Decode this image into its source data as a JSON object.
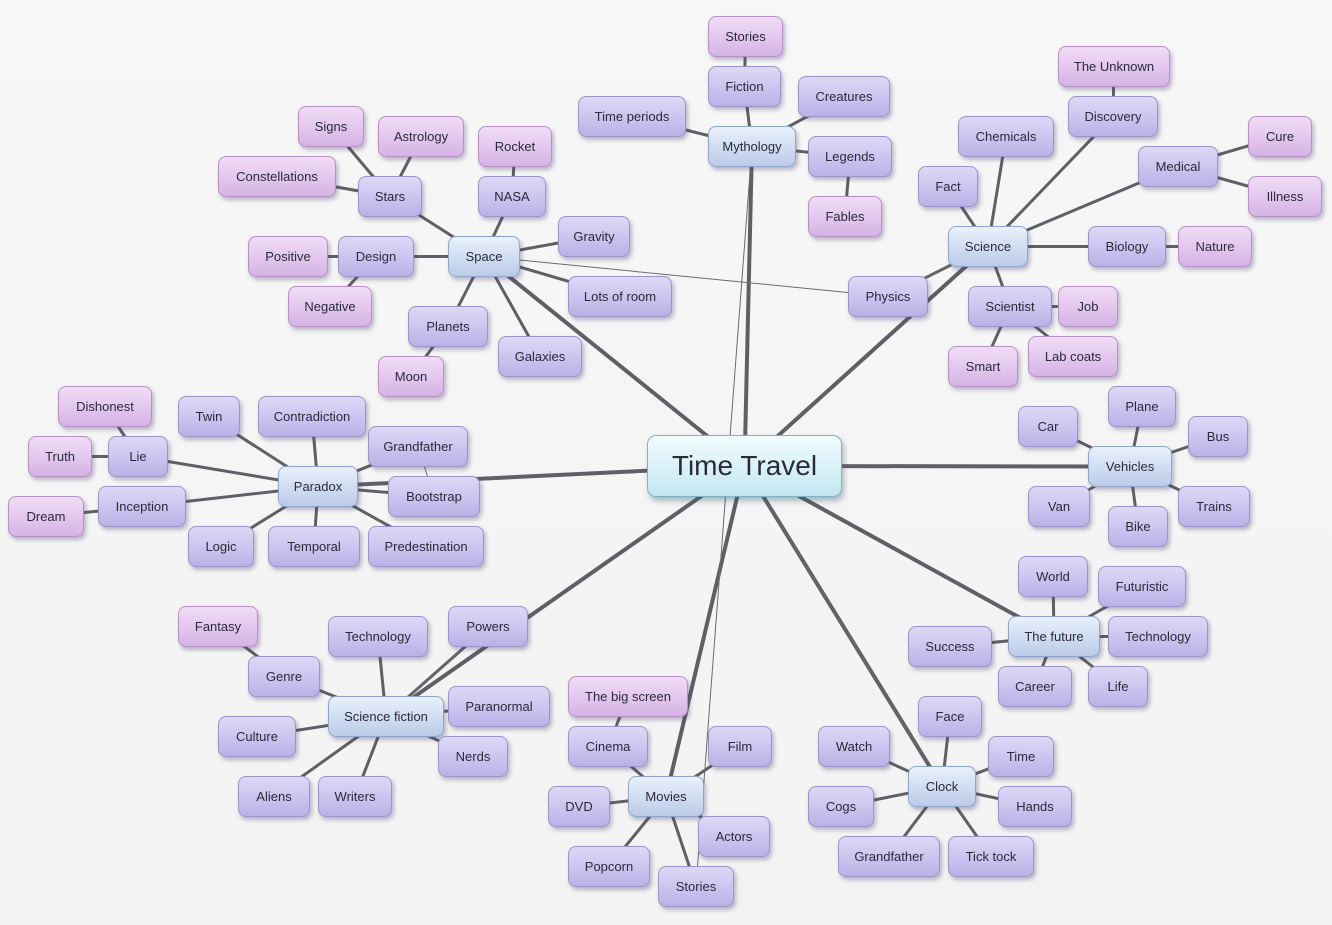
{
  "root": "Time Travel",
  "nodes": [
    {
      "id": "root",
      "label": "Time Travel",
      "kind": "root"
    },
    {
      "id": "mythology",
      "label": "Mythology",
      "kind": "hub"
    },
    {
      "id": "myth_fiction",
      "label": "Fiction",
      "kind": "mid"
    },
    {
      "id": "myth_stories",
      "label": "Stories",
      "kind": "leaf"
    },
    {
      "id": "myth_timeperiods",
      "label": "Time periods",
      "kind": "mid"
    },
    {
      "id": "myth_creatures",
      "label": "Creatures",
      "kind": "mid"
    },
    {
      "id": "myth_legends",
      "label": "Legends",
      "kind": "mid"
    },
    {
      "id": "myth_fables",
      "label": "Fables",
      "kind": "leaf"
    },
    {
      "id": "space",
      "label": "Space",
      "kind": "hub"
    },
    {
      "id": "sp_stars",
      "label": "Stars",
      "kind": "mid"
    },
    {
      "id": "sp_signs",
      "label": "Signs",
      "kind": "leaf"
    },
    {
      "id": "sp_astrology",
      "label": "Astrology",
      "kind": "leaf"
    },
    {
      "id": "sp_constellations",
      "label": "Constellations",
      "kind": "leaf"
    },
    {
      "id": "sp_nasa",
      "label": "NASA",
      "kind": "mid"
    },
    {
      "id": "sp_rocket",
      "label": "Rocket",
      "kind": "leaf"
    },
    {
      "id": "sp_gravity",
      "label": "Gravity",
      "kind": "mid"
    },
    {
      "id": "sp_lotsofroom",
      "label": "Lots of room",
      "kind": "mid"
    },
    {
      "id": "sp_galaxies",
      "label": "Galaxies",
      "kind": "mid"
    },
    {
      "id": "sp_planets",
      "label": "Planets",
      "kind": "mid"
    },
    {
      "id": "sp_moon",
      "label": "Moon",
      "kind": "leaf"
    },
    {
      "id": "sp_design",
      "label": "Design",
      "kind": "mid"
    },
    {
      "id": "sp_positive",
      "label": "Positive",
      "kind": "leaf"
    },
    {
      "id": "sp_negative",
      "label": "Negative",
      "kind": "leaf"
    },
    {
      "id": "science",
      "label": "Science",
      "kind": "hub"
    },
    {
      "id": "sc_fact",
      "label": "Fact",
      "kind": "mid"
    },
    {
      "id": "sc_chemicals",
      "label": "Chemicals",
      "kind": "mid"
    },
    {
      "id": "sc_discovery",
      "label": "Discovery",
      "kind": "mid"
    },
    {
      "id": "sc_unknown",
      "label": "The Unknown",
      "kind": "leaf"
    },
    {
      "id": "sc_medical",
      "label": "Medical",
      "kind": "mid"
    },
    {
      "id": "sc_cure",
      "label": "Cure",
      "kind": "leaf"
    },
    {
      "id": "sc_illness",
      "label": "Illness",
      "kind": "leaf"
    },
    {
      "id": "sc_biology",
      "label": "Biology",
      "kind": "mid"
    },
    {
      "id": "sc_nature",
      "label": "Nature",
      "kind": "leaf"
    },
    {
      "id": "sc_physics",
      "label": "Physics",
      "kind": "mid"
    },
    {
      "id": "sc_scientist",
      "label": "Scientist",
      "kind": "mid"
    },
    {
      "id": "sc_job",
      "label": "Job",
      "kind": "leaf"
    },
    {
      "id": "sc_labcoats",
      "label": "Lab coats",
      "kind": "leaf"
    },
    {
      "id": "sc_smart",
      "label": "Smart",
      "kind": "leaf"
    },
    {
      "id": "vehicles",
      "label": "Vehicles",
      "kind": "hub"
    },
    {
      "id": "ve_car",
      "label": "Car",
      "kind": "mid"
    },
    {
      "id": "ve_plane",
      "label": "Plane",
      "kind": "mid"
    },
    {
      "id": "ve_bus",
      "label": "Bus",
      "kind": "mid"
    },
    {
      "id": "ve_trains",
      "label": "Trains",
      "kind": "mid"
    },
    {
      "id": "ve_bike",
      "label": "Bike",
      "kind": "mid"
    },
    {
      "id": "ve_van",
      "label": "Van",
      "kind": "mid"
    },
    {
      "id": "paradox",
      "label": "Paradox",
      "kind": "hub"
    },
    {
      "id": "pa_twin",
      "label": "Twin",
      "kind": "mid"
    },
    {
      "id": "pa_contradiction",
      "label": "Contradiction",
      "kind": "mid"
    },
    {
      "id": "pa_grandfather",
      "label": "Grandfather",
      "kind": "mid"
    },
    {
      "id": "pa_bootstrap",
      "label": "Bootstrap",
      "kind": "mid"
    },
    {
      "id": "pa_predestination",
      "label": "Predestination",
      "kind": "mid"
    },
    {
      "id": "pa_temporal",
      "label": "Temporal",
      "kind": "mid"
    },
    {
      "id": "pa_logic",
      "label": "Logic",
      "kind": "mid"
    },
    {
      "id": "pa_inception",
      "label": "Inception",
      "kind": "mid"
    },
    {
      "id": "pa_dream",
      "label": "Dream",
      "kind": "leaf"
    },
    {
      "id": "pa_lie",
      "label": "Lie",
      "kind": "mid"
    },
    {
      "id": "pa_truth",
      "label": "Truth",
      "kind": "leaf"
    },
    {
      "id": "pa_dishonest",
      "label": "Dishonest",
      "kind": "leaf"
    },
    {
      "id": "scifi",
      "label": "Science fiction",
      "kind": "hub"
    },
    {
      "id": "sf_technology",
      "label": "Technology",
      "kind": "mid"
    },
    {
      "id": "sf_powers",
      "label": "Powers",
      "kind": "mid"
    },
    {
      "id": "sf_paranormal",
      "label": "Paranormal",
      "kind": "mid"
    },
    {
      "id": "sf_nerds",
      "label": "Nerds",
      "kind": "mid"
    },
    {
      "id": "sf_writers",
      "label": "Writers",
      "kind": "mid"
    },
    {
      "id": "sf_aliens",
      "label": "Aliens",
      "kind": "mid"
    },
    {
      "id": "sf_culture",
      "label": "Culture",
      "kind": "mid"
    },
    {
      "id": "sf_genre",
      "label": "Genre",
      "kind": "mid"
    },
    {
      "id": "sf_fantasy",
      "label": "Fantasy",
      "kind": "leaf"
    },
    {
      "id": "movies",
      "label": "Movies",
      "kind": "hub"
    },
    {
      "id": "mo_cinema",
      "label": "Cinema",
      "kind": "mid"
    },
    {
      "id": "mo_bigscreen",
      "label": "The big screen",
      "kind": "leaf"
    },
    {
      "id": "mo_film",
      "label": "Film",
      "kind": "mid"
    },
    {
      "id": "mo_actors",
      "label": "Actors",
      "kind": "mid"
    },
    {
      "id": "mo_stories",
      "label": "Stories",
      "kind": "mid"
    },
    {
      "id": "mo_popcorn",
      "label": "Popcorn",
      "kind": "mid"
    },
    {
      "id": "mo_dvd",
      "label": "DVD",
      "kind": "mid"
    },
    {
      "id": "clock",
      "label": "Clock",
      "kind": "hub"
    },
    {
      "id": "cl_face",
      "label": "Face",
      "kind": "mid"
    },
    {
      "id": "cl_watch",
      "label": "Watch",
      "kind": "mid"
    },
    {
      "id": "cl_time",
      "label": "Time",
      "kind": "mid"
    },
    {
      "id": "cl_hands",
      "label": "Hands",
      "kind": "mid"
    },
    {
      "id": "cl_ticktock",
      "label": "Tick tock",
      "kind": "mid"
    },
    {
      "id": "cl_grandfather",
      "label": "Grandfather",
      "kind": "mid"
    },
    {
      "id": "cl_cogs",
      "label": "Cogs",
      "kind": "mid"
    },
    {
      "id": "future",
      "label": "The future",
      "kind": "hub"
    },
    {
      "id": "fu_world",
      "label": "World",
      "kind": "mid"
    },
    {
      "id": "fu_futuristic",
      "label": "Futuristic",
      "kind": "mid"
    },
    {
      "id": "fu_technology",
      "label": "Technology",
      "kind": "mid"
    },
    {
      "id": "fu_life",
      "label": "Life",
      "kind": "mid"
    },
    {
      "id": "fu_career",
      "label": "Career",
      "kind": "mid"
    },
    {
      "id": "fu_success",
      "label": "Success",
      "kind": "mid"
    }
  ],
  "edges": [
    [
      "root",
      "mythology"
    ],
    [
      "root",
      "space"
    ],
    [
      "root",
      "science"
    ],
    [
      "root",
      "vehicles"
    ],
    [
      "root",
      "paradox"
    ],
    [
      "root",
      "scifi"
    ],
    [
      "root",
      "movies"
    ],
    [
      "root",
      "clock"
    ],
    [
      "root",
      "future"
    ],
    [
      "mythology",
      "myth_fiction"
    ],
    [
      "myth_fiction",
      "myth_stories"
    ],
    [
      "mythology",
      "myth_timeperiods"
    ],
    [
      "mythology",
      "myth_creatures"
    ],
    [
      "mythology",
      "myth_legends"
    ],
    [
      "myth_legends",
      "myth_fables"
    ],
    [
      "space",
      "sp_stars"
    ],
    [
      "sp_stars",
      "sp_signs"
    ],
    [
      "sp_stars",
      "sp_astrology"
    ],
    [
      "sp_stars",
      "sp_constellations"
    ],
    [
      "space",
      "sp_nasa"
    ],
    [
      "sp_nasa",
      "sp_rocket"
    ],
    [
      "space",
      "sp_gravity"
    ],
    [
      "space",
      "sp_lotsofroom"
    ],
    [
      "space",
      "sp_galaxies"
    ],
    [
      "space",
      "sp_planets"
    ],
    [
      "sp_planets",
      "sp_moon"
    ],
    [
      "space",
      "sp_design"
    ],
    [
      "sp_design",
      "sp_positive"
    ],
    [
      "sp_design",
      "sp_negative"
    ],
    [
      "science",
      "sc_fact"
    ],
    [
      "science",
      "sc_chemicals"
    ],
    [
      "science",
      "sc_discovery"
    ],
    [
      "sc_discovery",
      "sc_unknown"
    ],
    [
      "science",
      "sc_medical"
    ],
    [
      "sc_medical",
      "sc_cure"
    ],
    [
      "sc_medical",
      "sc_illness"
    ],
    [
      "science",
      "sc_biology"
    ],
    [
      "sc_biology",
      "sc_nature"
    ],
    [
      "science",
      "sc_physics"
    ],
    [
      "science",
      "sc_scientist"
    ],
    [
      "sc_scientist",
      "sc_job"
    ],
    [
      "sc_scientist",
      "sc_labcoats"
    ],
    [
      "sc_scientist",
      "sc_smart"
    ],
    [
      "vehicles",
      "ve_car"
    ],
    [
      "vehicles",
      "ve_plane"
    ],
    [
      "vehicles",
      "ve_bus"
    ],
    [
      "vehicles",
      "ve_trains"
    ],
    [
      "vehicles",
      "ve_bike"
    ],
    [
      "vehicles",
      "ve_van"
    ],
    [
      "paradox",
      "pa_twin"
    ],
    [
      "paradox",
      "pa_contradiction"
    ],
    [
      "paradox",
      "pa_grandfather"
    ],
    [
      "paradox",
      "pa_bootstrap"
    ],
    [
      "paradox",
      "pa_predestination"
    ],
    [
      "paradox",
      "pa_temporal"
    ],
    [
      "paradox",
      "pa_logic"
    ],
    [
      "paradox",
      "pa_inception"
    ],
    [
      "pa_inception",
      "pa_dream"
    ],
    [
      "paradox",
      "pa_lie"
    ],
    [
      "pa_lie",
      "pa_truth"
    ],
    [
      "pa_lie",
      "pa_dishonest"
    ],
    [
      "scifi",
      "sf_technology"
    ],
    [
      "scifi",
      "sf_powers"
    ],
    [
      "scifi",
      "sf_paranormal"
    ],
    [
      "scifi",
      "sf_nerds"
    ],
    [
      "scifi",
      "sf_writers"
    ],
    [
      "scifi",
      "sf_aliens"
    ],
    [
      "scifi",
      "sf_culture"
    ],
    [
      "scifi",
      "sf_genre"
    ],
    [
      "sf_genre",
      "sf_fantasy"
    ],
    [
      "movies",
      "mo_cinema"
    ],
    [
      "mo_cinema",
      "mo_bigscreen"
    ],
    [
      "movies",
      "mo_film"
    ],
    [
      "movies",
      "mo_actors"
    ],
    [
      "movies",
      "mo_stories"
    ],
    [
      "movies",
      "mo_popcorn"
    ],
    [
      "movies",
      "mo_dvd"
    ],
    [
      "clock",
      "cl_face"
    ],
    [
      "clock",
      "cl_watch"
    ],
    [
      "clock",
      "cl_time"
    ],
    [
      "clock",
      "cl_hands"
    ],
    [
      "clock",
      "cl_ticktock"
    ],
    [
      "clock",
      "cl_grandfather"
    ],
    [
      "clock",
      "cl_cogs"
    ],
    [
      "future",
      "fu_world"
    ],
    [
      "future",
      "fu_futuristic"
    ],
    [
      "future",
      "fu_technology"
    ],
    [
      "future",
      "fu_life"
    ],
    [
      "future",
      "fu_career"
    ],
    [
      "future",
      "fu_success"
    ]
  ],
  "cross_links": [
    [
      "space",
      "sc_physics"
    ],
    [
      "mythology",
      "mo_stories"
    ],
    [
      "root",
      "clock"
    ],
    [
      "pa_grandfather",
      "pa_bootstrap"
    ],
    [
      "sf_powers",
      "scifi"
    ],
    [
      "sc_physics",
      "science"
    ]
  ]
}
